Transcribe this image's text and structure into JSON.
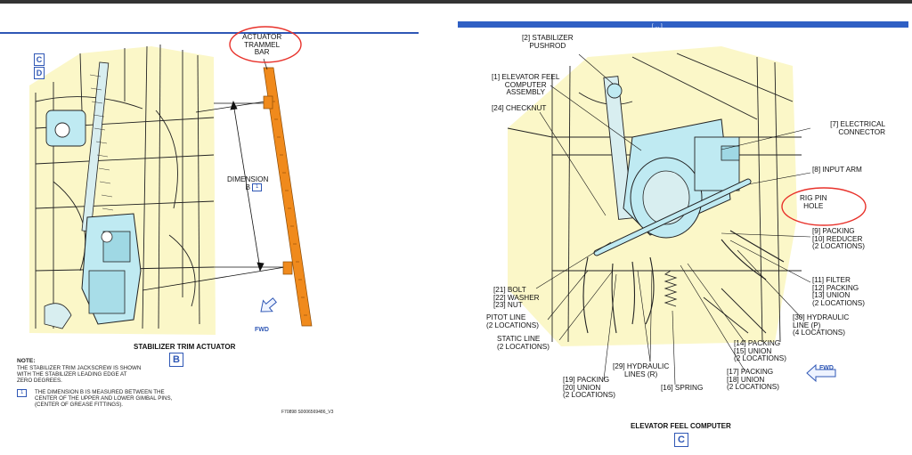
{
  "left": {
    "tramel_label": "ACTUATOR\nTRAMMEL\nBAR",
    "dimension_label": "DIMENSION\nB",
    "dimension_ref": "1",
    "fwd": "FWD",
    "title": "STABILIZER TRIM ACTUATOR",
    "view_letter": "B",
    "callout_c": "C",
    "callout_d": "D",
    "note_heading": "NOTE:",
    "note_text": "THE STABILIZER TRIM JACKSCREW IS SHOWN\nWITH THE STABILIZER LEADING EDGE AT\nZERO DEGREES.",
    "ref_marker": "1",
    "ref_text": "THE DIMENSION B IS MEASURED BETWEEN THE\nCENTER OF THE UPPER AND LOWER GIMBAL PINS,\n(CENTER OF GREASE FITTINGS).",
    "figure_id": "F70898 S0006569486_V3"
  },
  "right": {
    "labels": {
      "l2": "[2] STABILIZER\nPUSHROD",
      "l1": "[1] ELEVATOR FEEL\nCOMPUTER\nASSEMBLY",
      "l24": "[24] CHECKNUT",
      "l7": "[7] ELECTRICAL\nCONNECTOR",
      "l8": "[8] INPUT ARM",
      "rig": "RIG PIN\nHOLE",
      "l9": "[9] PACKING\n[10] REDUCER\n(2 LOCATIONS)",
      "l11": "[11] FILTER\n[12] PACKING\n[13] UNION\n(2 LOCATIONS)",
      "l30": "[30] HYDRAULIC\nLINE (P)\n(4 LOCATIONS)",
      "l21": "[21] BOLT\n[22] WASHER\n[23] NUT",
      "pitot": "PITOT LINE\n(2 LOCATIONS)",
      "static": "STATIC LINE\n(2 LOCATIONS)",
      "l14": "[14] PACKING\n[15] UNION\n(2 LOCATIONS)",
      "l29": "[29] HYDRAULIC\nLINES (R)",
      "l17": "[17] PACKING\n[18] UNION\n(2 LOCATIONS)",
      "l19": "[19] PACKING\n[20] UNION\n(2 LOCATIONS)",
      "l16": "[16] SPRING",
      "top_partial": "[ ... ]"
    },
    "fwd": "FWD",
    "title": "ELEVATOR FEEL COMPUTER",
    "view_letter": "C"
  },
  "colors": {
    "zone_fill": "#fbf7c8",
    "component_fill": "#bfeaf2",
    "trammel_orange": "#f08a1c",
    "highlight_red": "#e8322b",
    "brand_blue": "#2f57b5"
  }
}
